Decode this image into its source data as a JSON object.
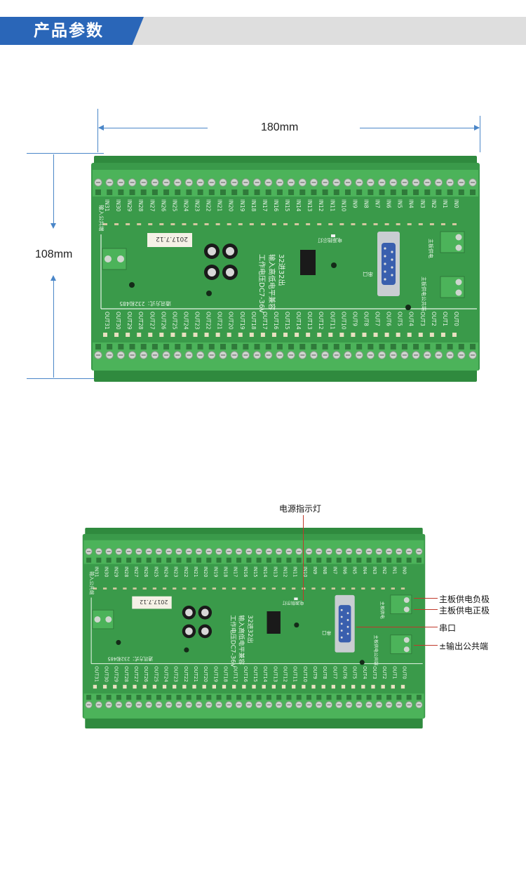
{
  "header": {
    "title": "产品参数"
  },
  "dimensions": {
    "width_label": "180mm",
    "height_label": "108mm"
  },
  "board": {
    "input_labels": [
      "IN31",
      "IN30",
      "IN29",
      "IN28",
      "IN27",
      "IN26",
      "IN25",
      "IN24",
      "IN23",
      "IN22",
      "IN21",
      "IN20",
      "IN19",
      "IN18",
      "IN17",
      "IN16",
      "IN15",
      "IN14",
      "IN13",
      "IN12",
      "IN11",
      "IN10",
      "IN9",
      "IN8",
      "IN7",
      "IN6",
      "IN5",
      "IN4",
      "IN3",
      "IN2",
      "IN1",
      "IN0"
    ],
    "output_labels": [
      "OUT31",
      "OUT30",
      "OUT29",
      "OUT28",
      "OUT27",
      "OUT26",
      "OUT25",
      "OUT24",
      "OUT23",
      "OUT22",
      "OUT21",
      "OUT20",
      "OUT19",
      "OUT18",
      "OUT17",
      "OUT16",
      "OUT15",
      "OUT14",
      "OUT13",
      "OUT12",
      "OUT11",
      "OUT10",
      "OUT9",
      "OUT8",
      "OUT7",
      "OUT6",
      "OUT5",
      "OUT4",
      "OUT3",
      "OUT2",
      "OUT1",
      "OUT0"
    ],
    "silk_title_1": "32进32出",
    "silk_title_2": "输入高低电平兼容",
    "silk_title_3": "工作电压DC7-36V",
    "silk_power_led": "电源指示灯",
    "silk_serial": "串口",
    "silk_comm": "通讯方式：232和485",
    "silk_input_common": "输入公共端",
    "silk_output_common": "主板供电公共端",
    "silk_supply": "主板供电",
    "handwritten": "2017.7.12"
  },
  "callouts": {
    "power_led": "电源指示灯",
    "neg": "主板供电负极",
    "pos": "主板供电正极",
    "serial": "串口",
    "common": "±输出公共端"
  },
  "colors": {
    "header_blue": "#2a66b8",
    "pcb_green": "#3a9a4a",
    "terminal_green": "#4cb35a",
    "dim_blue": "#4a86c8"
  }
}
